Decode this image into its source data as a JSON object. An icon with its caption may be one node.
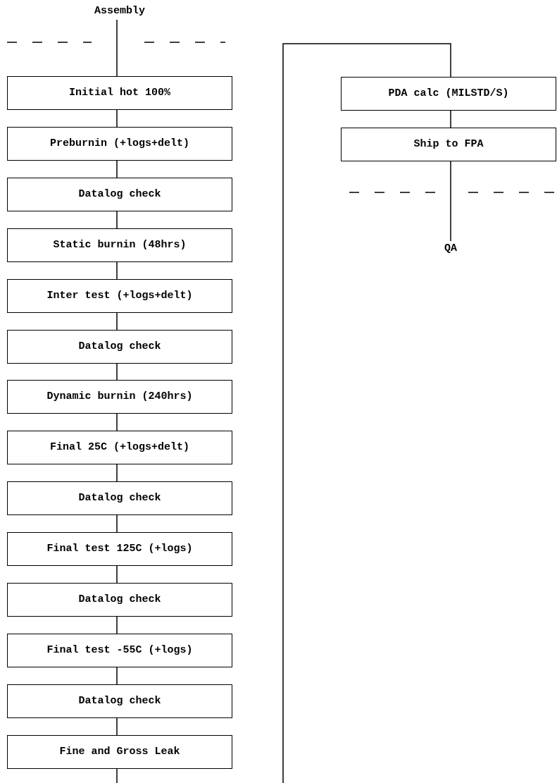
{
  "diagram": {
    "nodes": [
      {
        "text": [
          "Assembly"
        ]
      },
      {
        "text": [
          "Initial hot 100%"
        ]
      },
      {
        "text": [
          "Preburnin (+logs+delt)"
        ]
      },
      {
        "text": [
          "Datalog check"
        ]
      },
      {
        "text": [
          "Static burnin (48hrs)"
        ]
      },
      {
        "text": [
          "Inter test (+logs+delt)"
        ]
      },
      {
        "text": [
          "Datalog check"
        ]
      },
      {
        "text": [
          "Dynamic burnin (240hrs)"
        ]
      },
      {
        "text": [
          "Final 25C (+logs+delt)"
        ]
      },
      {
        "text": [
          "Datalog check"
        ]
      },
      {
        "text": [
          "Final test 125C (+logs)"
        ]
      },
      {
        "text": [
          "Datalog check"
        ]
      },
      {
        "text": [
          "Final test -55C (+logs)"
        ]
      },
      {
        "text": [
          "Datalog check"
        ]
      },
      {
        "text": [
          "Fine and Gross Leak"
        ]
      },
      {
        "text": [
          "PDA calc (MILSTD/S)"
        ]
      },
      {
        "text": [
          "Ship to FPA"
        ]
      },
      {
        "text": [
          "QA"
        ]
      }
    ],
    "edges": [
      {
        "from": 0,
        "to": 1,
        "arrow": "none"
      },
      {
        "from": 1,
        "to": 2,
        "arrow": "none"
      },
      {
        "from": 2,
        "to": 3,
        "arrow": "none"
      },
      {
        "from": 3,
        "to": 4,
        "arrow": "none"
      },
      {
        "from": 4,
        "to": 5,
        "arrow": "none"
      },
      {
        "from": 5,
        "to": 6,
        "arrow": "none"
      },
      {
        "from": 6,
        "to": 7,
        "arrow": "none"
      },
      {
        "from": 7,
        "to": 8,
        "arrow": "none"
      },
      {
        "from": 8,
        "to": 9,
        "arrow": "none"
      },
      {
        "from": 9,
        "to": 10,
        "arrow": "none"
      },
      {
        "from": 10,
        "to": 11,
        "arrow": "none"
      },
      {
        "from": 11,
        "to": 12,
        "arrow": "none"
      },
      {
        "from": 12,
        "to": 13,
        "arrow": "none"
      },
      {
        "from": 13,
        "to": 14,
        "arrow": "none"
      },
      {
        "from": 14,
        "to": null,
        "arrow": "none"
      },
      {
        "from": null,
        "to": 15,
        "arrow": "none"
      },
      {
        "from": 15,
        "to": 16,
        "arrow": "none"
      },
      {
        "from": 16,
        "to": 17,
        "arrow": "none"
      }
    ]
  }
}
